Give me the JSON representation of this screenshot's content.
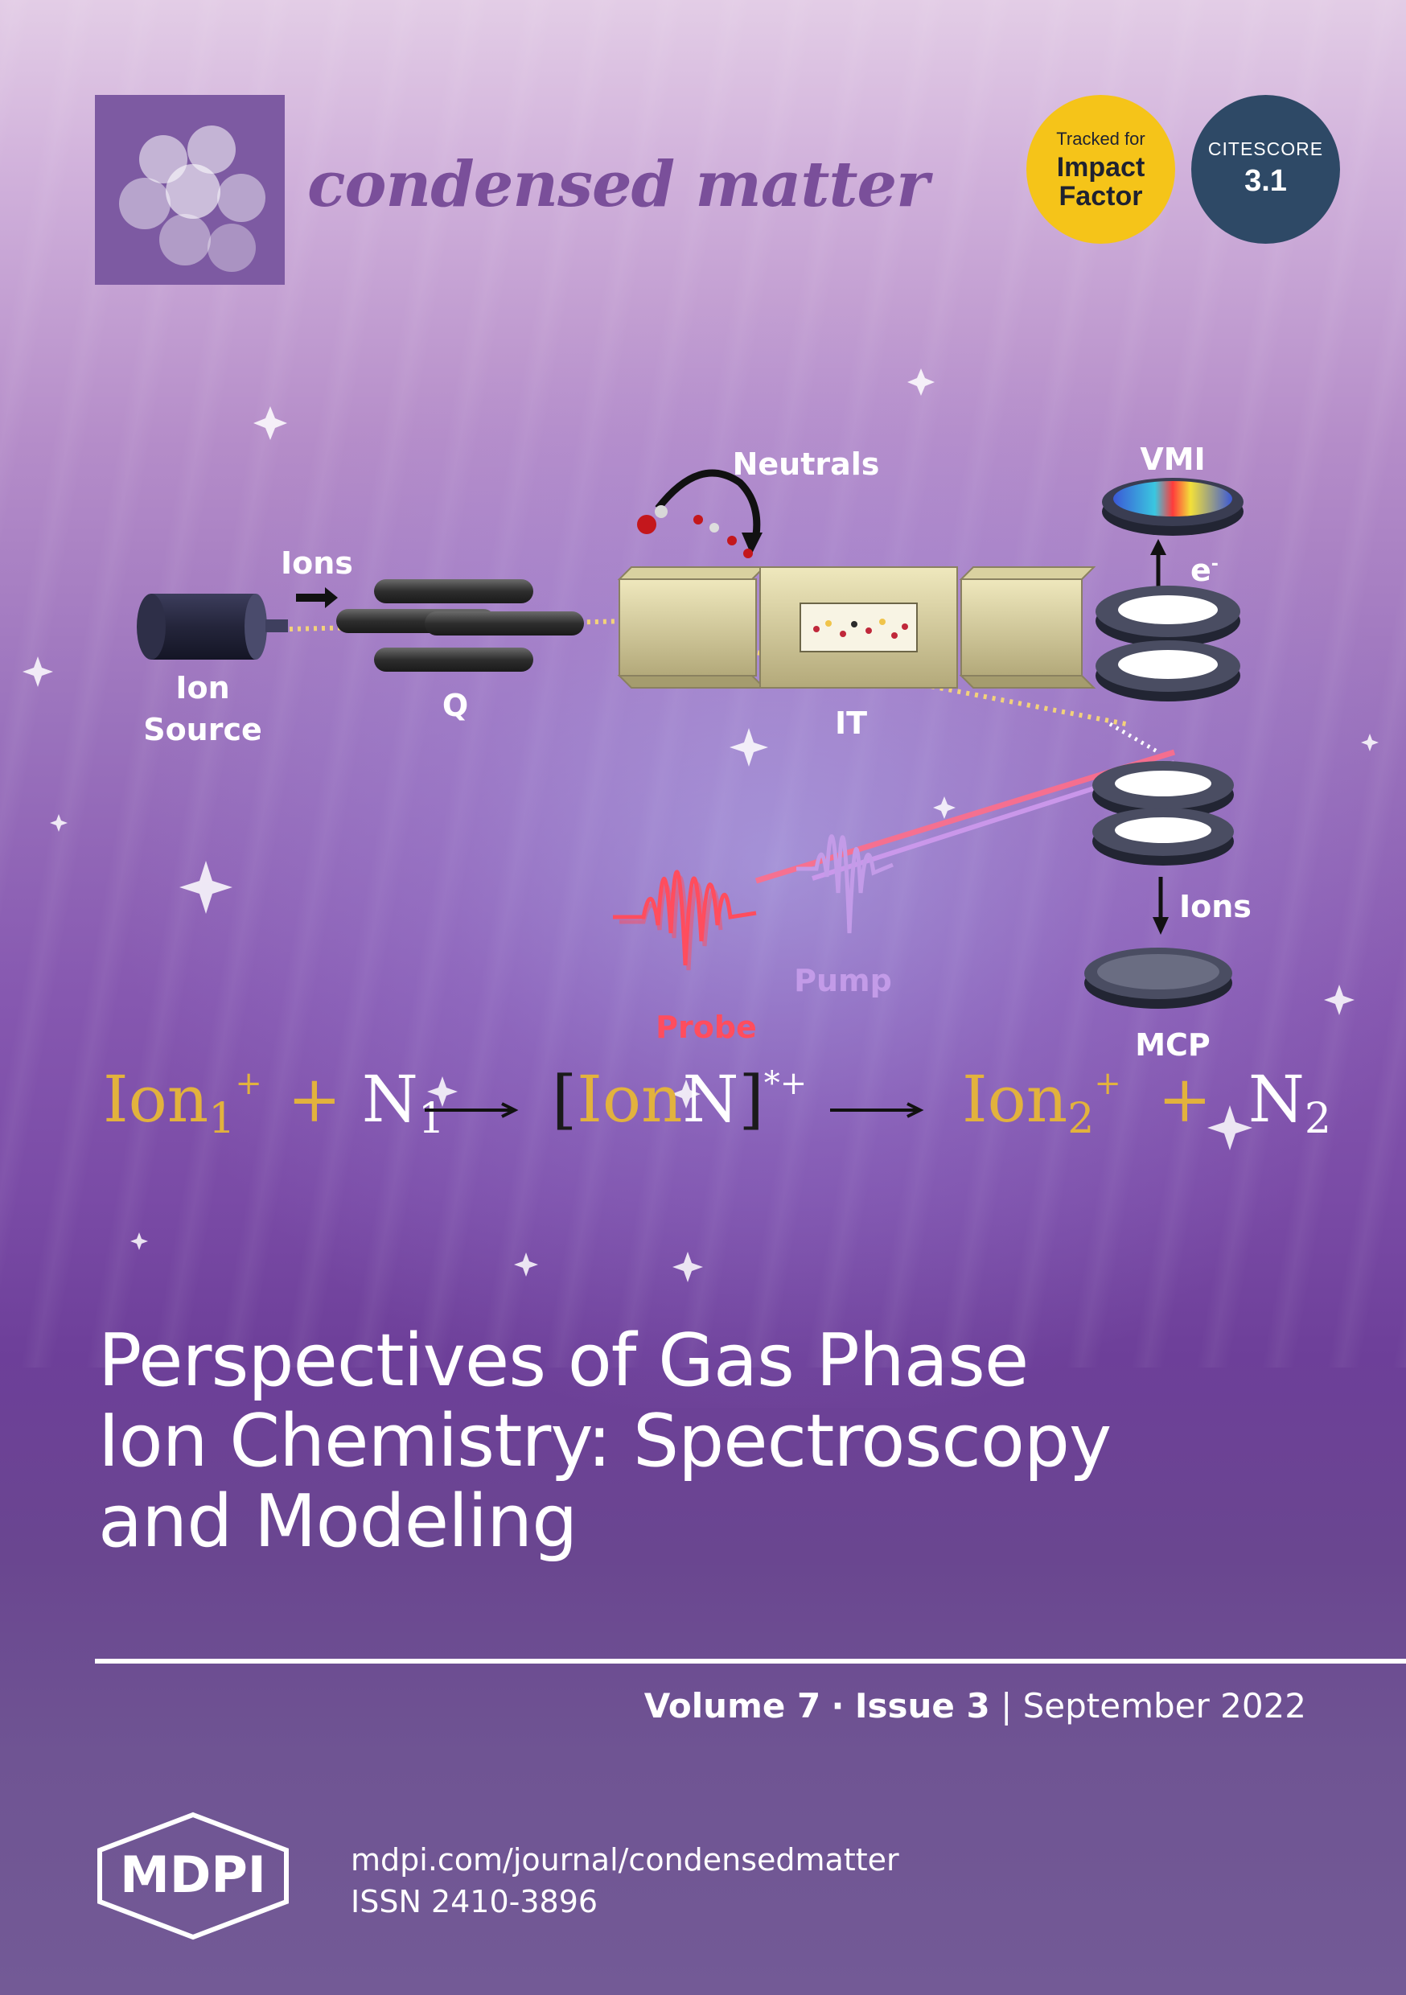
{
  "journal": {
    "name": "condensed matter"
  },
  "badges": {
    "impact": {
      "line1": "Tracked for",
      "line2": "Impact",
      "line3": "Factor"
    },
    "citescore": {
      "label": "CITESCORE",
      "value": "3.1"
    }
  },
  "diagram": {
    "labels": {
      "ion_source_1": "Ion",
      "ion_source_2": "Source",
      "ions_top": "Ions",
      "q": "Q",
      "neutrals": "Neutrals",
      "it": "IT",
      "vmi": "VMI",
      "electron": "e",
      "electron_sup": "-",
      "ions_right": "Ions",
      "mcp": "MCP",
      "probe": "Probe",
      "pump": "Pump"
    }
  },
  "equation": {
    "ion1_base": "Ion",
    "ion1_sub": "1",
    "ion1_sup": "+",
    "plus1": "+",
    "n1_base": "N",
    "n1_sub": "1",
    "complex_open": "[",
    "complex_ion": "Ion",
    "complex_n": "N",
    "complex_close": "]",
    "complex_sup": "*+",
    "ion2_base": "Ion",
    "ion2_sub": "2",
    "ion2_sup": "+",
    "plus2": "+",
    "n2_base": "N",
    "n2_sub": "2"
  },
  "cover": {
    "title_line1": "Perspectives of Gas Phase",
    "title_line2": "Ion Chemistry: Spectroscopy",
    "title_line3": "and Modeling",
    "volume": "Volume 7",
    "separator": "·",
    "issue": "Issue 3",
    "divider": "|",
    "date": "September 2022"
  },
  "footer": {
    "publisher": "MDPI",
    "url": "mdpi.com/journal/condensedmatter",
    "issn": "ISSN 2410-3896"
  },
  "colors": {
    "accent_purple": "#7d5aa2",
    "journal_text": "#7a4f9a",
    "impact_yellow": "#f5c419",
    "citescore_navy": "#2e4966",
    "equation_gold": "#e2b23d",
    "probe_red": "#ff4d5e",
    "pump_violet": "#c39be8"
  }
}
